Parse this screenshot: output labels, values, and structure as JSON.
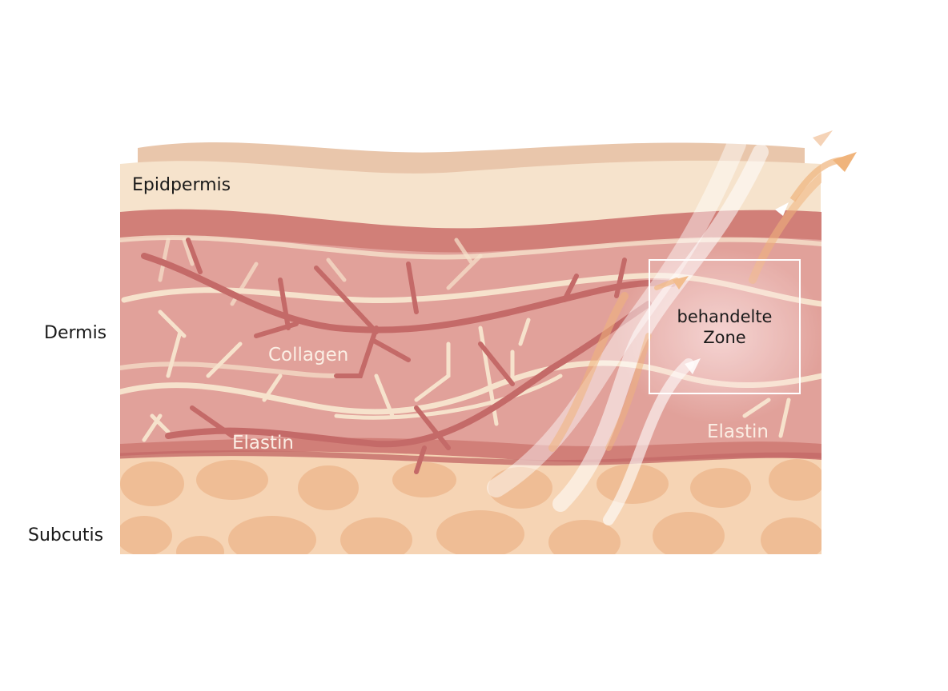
{
  "labels": {
    "epidermis": "Epidpermis",
    "dermis": "Dermis",
    "subcutis": "Subcutis",
    "collagen": "Collagen",
    "elastin_left": "Elastin",
    "elastin_right": "Elastin",
    "zone_line1": "behandelte",
    "zone_line2": "Zone"
  },
  "colors": {
    "epidermis_top": "#e9c6ab",
    "epidermis": "#f6e3cc",
    "dermis_border": "#d17f78",
    "dermis": "#e1a19a",
    "vessel": "#c46a68",
    "fiber": "#f6e2cc",
    "subcutis": "#f6d4b4",
    "fat_cell": "#efbd95",
    "heat_arrow": "#f0b47c"
  }
}
